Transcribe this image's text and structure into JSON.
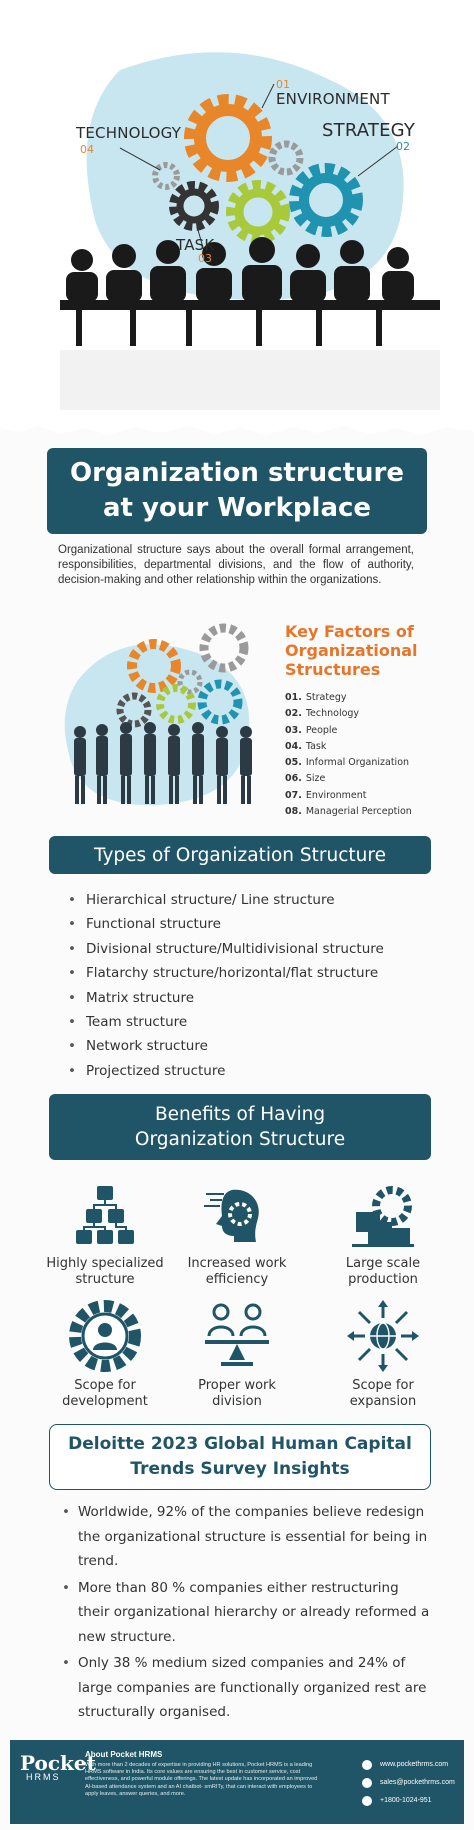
{
  "hero": {
    "labels": {
      "environment": "ENVIRONMENT",
      "environment_num": "01",
      "strategy": "STRATEGY",
      "strategy_num": "02",
      "task": "TASK",
      "task_num": "03",
      "technology": "TECHNOLOGY",
      "technology_num": "04"
    },
    "colors": {
      "orange": "#e8862a",
      "teal": "#1f93b0",
      "green": "#a8c93a",
      "gray": "#9a9a9a",
      "dark": "#333333",
      "blob": "#c8e6ef"
    }
  },
  "title": {
    "line1": "Organization structure",
    "line2": "at your Workplace"
  },
  "intro": "Organizational structure says about the overall formal arrangement, responsibilities, departmental divisions, and the flow of authority, decision-making and other relationship within the organizations.",
  "key_factors": {
    "title_line1": "Key Factors of",
    "title_line2": "Organizational",
    "title_line3": "Structures",
    "items": [
      {
        "num": "01.",
        "label": "Strategy"
      },
      {
        "num": "02.",
        "label": "Technology"
      },
      {
        "num": "03.",
        "label": "People"
      },
      {
        "num": "04.",
        "label": "Task"
      },
      {
        "num": "05.",
        "label": "Informal Organization"
      },
      {
        "num": "06.",
        "label": "Size"
      },
      {
        "num": "07.",
        "label": "Environment"
      },
      {
        "num": "08.",
        "label": "Managerial Perception"
      }
    ]
  },
  "types": {
    "title": "Types of Organization Structure",
    "items": [
      "Hierarchical structure/ Line structure",
      "Functional structure",
      "Divisional structure/Multidivisional structure",
      "Flatarchy structure/horizontal/flat structure",
      "Matrix structure",
      "Team structure",
      "Network structure",
      "Projectized structure"
    ]
  },
  "benefits": {
    "title_line1": "Benefits of Having",
    "title_line2": "Organization Structure",
    "items": [
      {
        "line1": "Highly specialized",
        "line2": "structure",
        "icon": "hierarchy-icon"
      },
      {
        "line1": "Increased work",
        "line2": "efficiency",
        "icon": "efficiency-head-icon"
      },
      {
        "line1": "Large scale",
        "line2": "production",
        "icon": "production-gear-icon"
      },
      {
        "line1": "Scope for",
        "line2": "development",
        "icon": "development-gear-icon"
      },
      {
        "line1": "Proper work",
        "line2": "division",
        "icon": "balance-people-icon"
      },
      {
        "line1": "Scope for",
        "line2": "expansion",
        "icon": "globe-arrows-icon"
      }
    ]
  },
  "deloitte": {
    "title_line1": "Deloitte 2023 Global Human Capital",
    "title_line2": "Trends Survey Insights",
    "items": [
      "Worldwide, 92% of the companies believe redesign the organizational structure is essential for being in trend.",
      "More than 80 % companies either restructuring their organizational hierarchy or already reformed a new structure.",
      "Only 38 % medium sized companies and 24% of large companies are functionally organized rest are structurally organised."
    ]
  },
  "footer": {
    "logo_main": "Pocket",
    "logo_sub": "HRMS",
    "about_title": "About Pocket HRMS",
    "about_text": "With more than 2 decades of expertise in providing HR solutions, Pocket HRMS is a leading HRMS software in India. Its core values are ensuring the best in customer service, cost effectiveness, and powerful module offerings. The latest update has incorporated an improved AI-based attendance system and an AI chatbot- smRITy, that can interact with employees to apply leaves, answer queries, and more.",
    "website": "www.pockethrms.com",
    "email": "sales@pockethrms.com",
    "phone": "+1800-1024-951"
  },
  "brand_color": "#1f5566",
  "accent_color": "#e8762a"
}
